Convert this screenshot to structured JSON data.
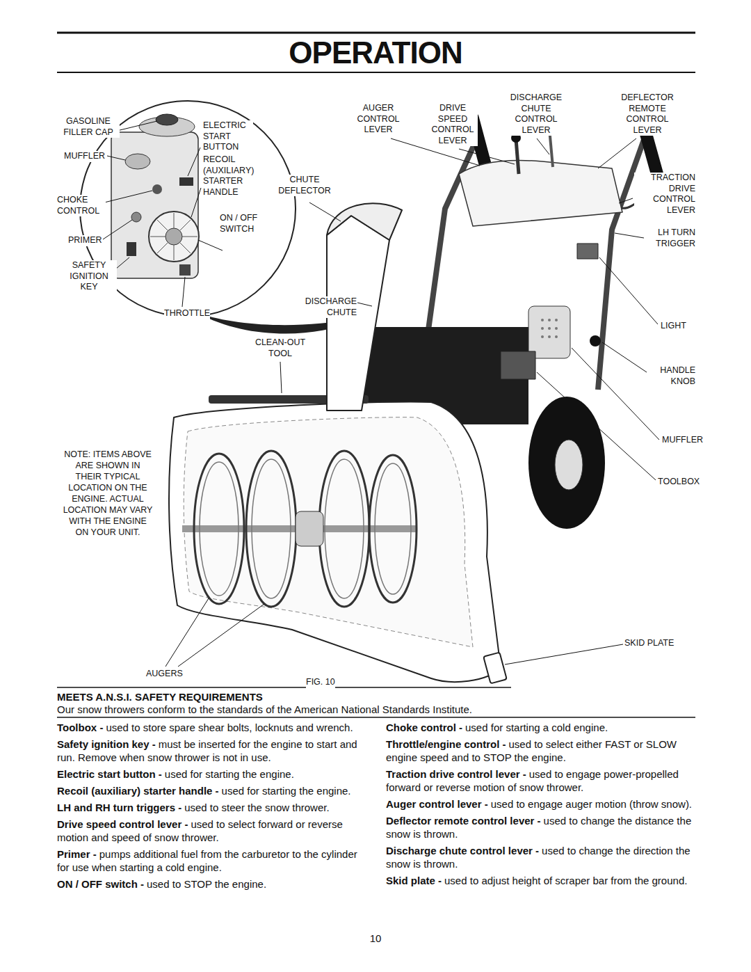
{
  "diagram": {
    "title": "OPERATION",
    "labels": [
      "GASOLINE FILLER CAP",
      "MUFFLER",
      "CHOKE CONTROL",
      "PRIMER",
      "SAFETY IGNITION KEY",
      "THROTTLE",
      "ELECTRIC START BUTTON",
      "RECOIL (AUXILIARY) STARTER HANDLE",
      "ON / OFF SWITCH",
      "CHUTE DEFLECTOR",
      "DISCHARGE CHUTE",
      "CLEAN-OUT TOOL",
      "NOTE: ITEMS ABOVE ARE SHOWN IN THEIR TYPICAL LOCATION ON THE ENGINE. ACTUAL LOCATION MAY VARY WITH THE ENGINE ON YOUR UNIT.",
      "AUGERS",
      "FIG. 10",
      "AUGER CONTROL LEVER",
      "DRIVE SPEED CONTROL LEVER",
      "DISCHARGE CHUTE CONTROL LEVER",
      "DEFLECTOR REMOTE CONTROL LEVER",
      "TRACTION DRIVE CONTROL LEVER",
      "LH TURN TRIGGER",
      "LIGHT",
      "HANDLE KNOB",
      "MUFFLER",
      "TOOLBOX",
      "SKID PLATE",
      "MEETS A.N.S.I. SAFETY REQUIREMENTS",
      "Our snow throwers conform to the standards of the American National Standards Institute.",
      "Toolbox -",
      "used to store spare shear bolts, locknuts and wrench.",
      "Safety ignition key -",
      "must be inserted for the engine to start and run. Remove when snow thrower is not in use.",
      "Electric start button -",
      "used for starting the engine.",
      "Recoil (auxiliary) starter handle -",
      "used for starting the engine.",
      "LH and RH turn triggers -",
      "used to steer the snow thrower.",
      "Drive speed control lever -",
      "used to select forward or reverse motion and speed of snow thrower.",
      "Primer -",
      "pumps additional fuel from the carburetor to the cylinder for use when starting a cold engine.",
      "ON / OFF switch -",
      "used to STOP the engine.",
      "Choke control -",
      "used for starting a cold engine.",
      "Throttle/engine control -",
      "used to select either FAST or SLOW engine speed and to STOP the engine.",
      "Traction drive control lever -",
      "used to engage power-propelled forward or reverse motion of snow thrower.",
      "Auger control lever -",
      "used to engage auger motion (throw snow).",
      "Deflector remote control lever -",
      "used to change the distance the snow is thrown.",
      "Discharge chute control lever -",
      "used to change the direction the snow is thrown.",
      "Skid plate -",
      "used to adjust height of scraper bar from the ground.",
      "10"
    ]
  }
}
